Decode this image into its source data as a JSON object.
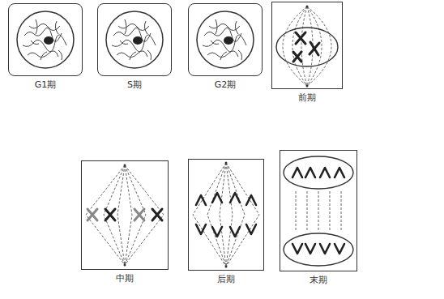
{
  "diagram": {
    "nodes": [
      {
        "text": [
          "G1期"
        ]
      },
      {
        "text": [
          "S期"
        ]
      },
      {
        "text": [
          "G2期"
        ]
      },
      {
        "text": [
          "前期"
        ]
      },
      {
        "text": [
          "中期"
        ]
      },
      {
        "text": [
          "后期"
        ]
      },
      {
        "text": [
          "末期"
        ]
      }
    ]
  }
}
